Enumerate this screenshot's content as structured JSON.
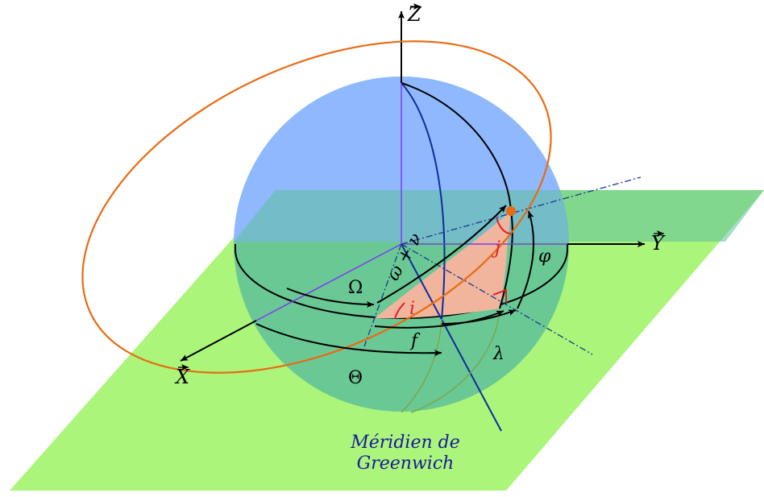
{
  "axes": {
    "z": "Z",
    "y": "Y",
    "x": "X"
  },
  "angles": {
    "Omega": "Ω",
    "omega_nu": "ω + ν",
    "i": "i",
    "j": "j",
    "f": "f",
    "lambda": "λ",
    "Theta": "Θ",
    "phi": "φ"
  },
  "meridian": {
    "line1": "Méridien de",
    "line2": "Greenwich"
  },
  "colors": {
    "plane": "#aaf57a",
    "sphere_upper": "#8fb8ff",
    "sphere_lower": "#5fbf9a",
    "orbit": "#ea6a12",
    "triangle": "#f0b59c",
    "meridian": "#102c9c",
    "equator_axis": "#7a3cf0",
    "angle_red": "#e0202a"
  }
}
